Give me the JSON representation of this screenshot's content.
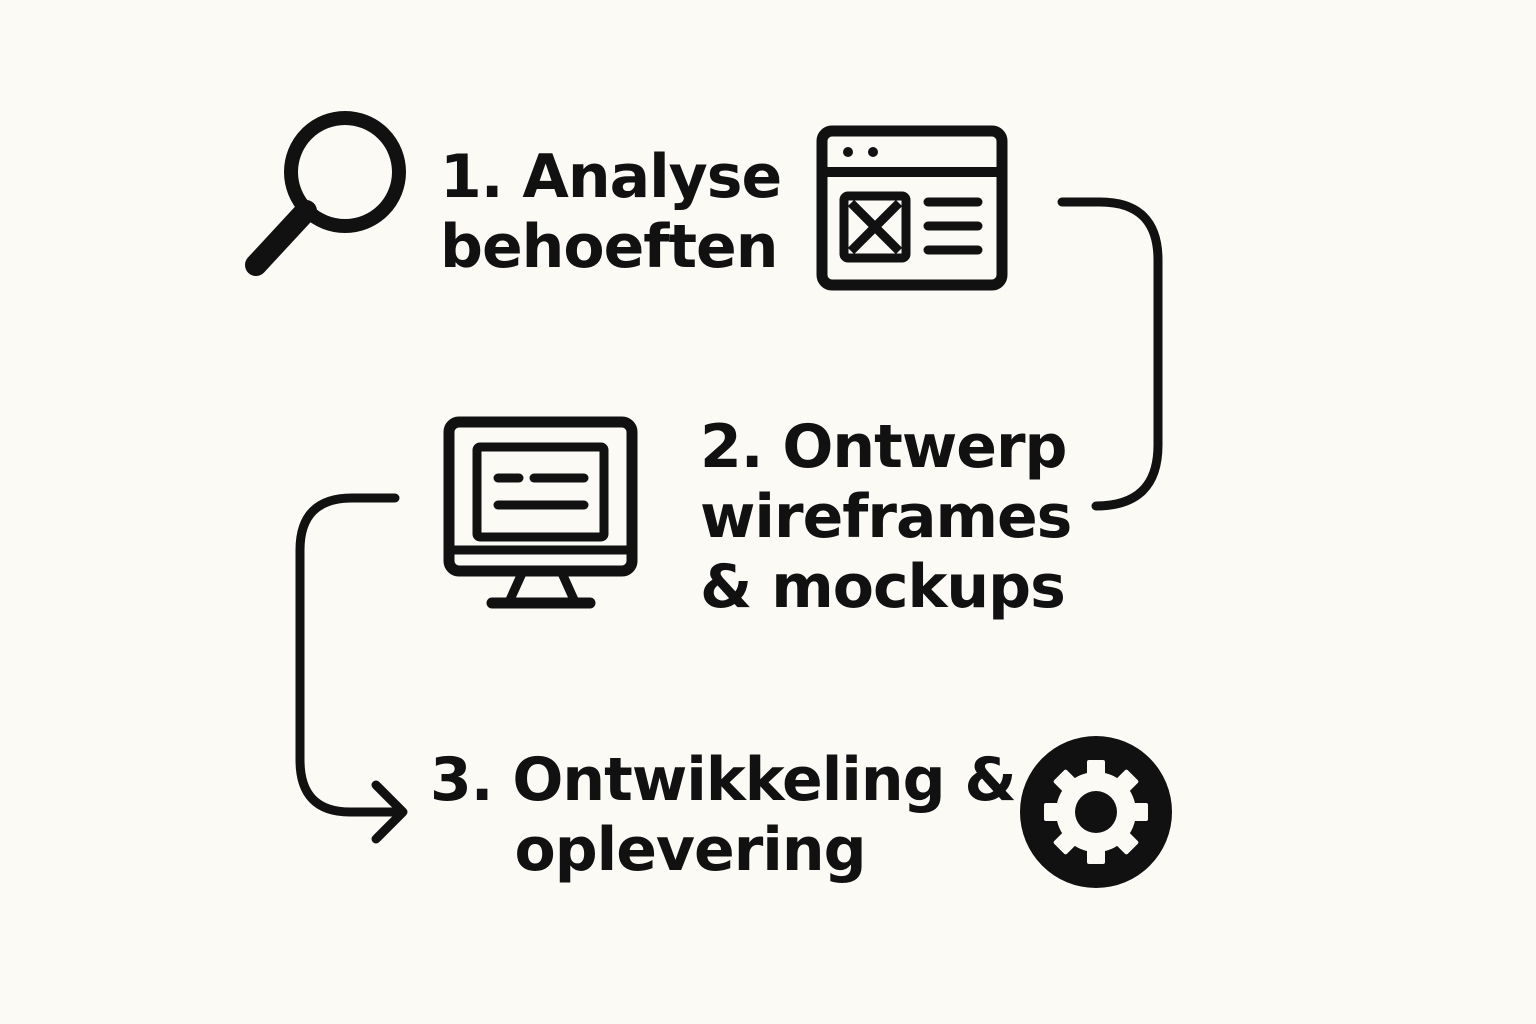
{
  "steps": [
    {
      "line1": "1. Analyse",
      "line2": "behoeften",
      "icon": "magnifier-icon"
    },
    {
      "line1": "2. Ontwerp",
      "line2": "wireframes",
      "line3": "& mockups",
      "icon": "monitor-icon"
    },
    {
      "line1": "3. Ontwikkeling &",
      "line2": "oplevering",
      "icon": "gear-icon"
    }
  ],
  "wireframe_icon": "browser-wireframe-icon",
  "colors": {
    "background": "#fbfaf5",
    "ink": "#111111"
  }
}
